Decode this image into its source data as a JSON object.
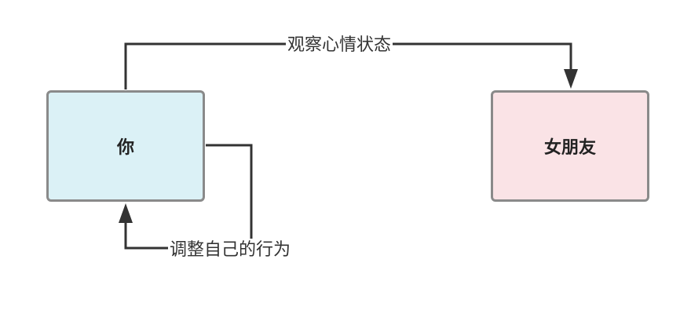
{
  "nodes": {
    "you": {
      "label": "你",
      "fill": "#dbf1f6"
    },
    "girlfriend": {
      "label": "女朋友",
      "fill": "#fae3e6"
    }
  },
  "edges": {
    "observe": {
      "label": "观察心情状态"
    },
    "adjust": {
      "label": "调整自己的行为"
    }
  },
  "colors": {
    "line": "#333333",
    "node_border": "#8a8a8a"
  }
}
